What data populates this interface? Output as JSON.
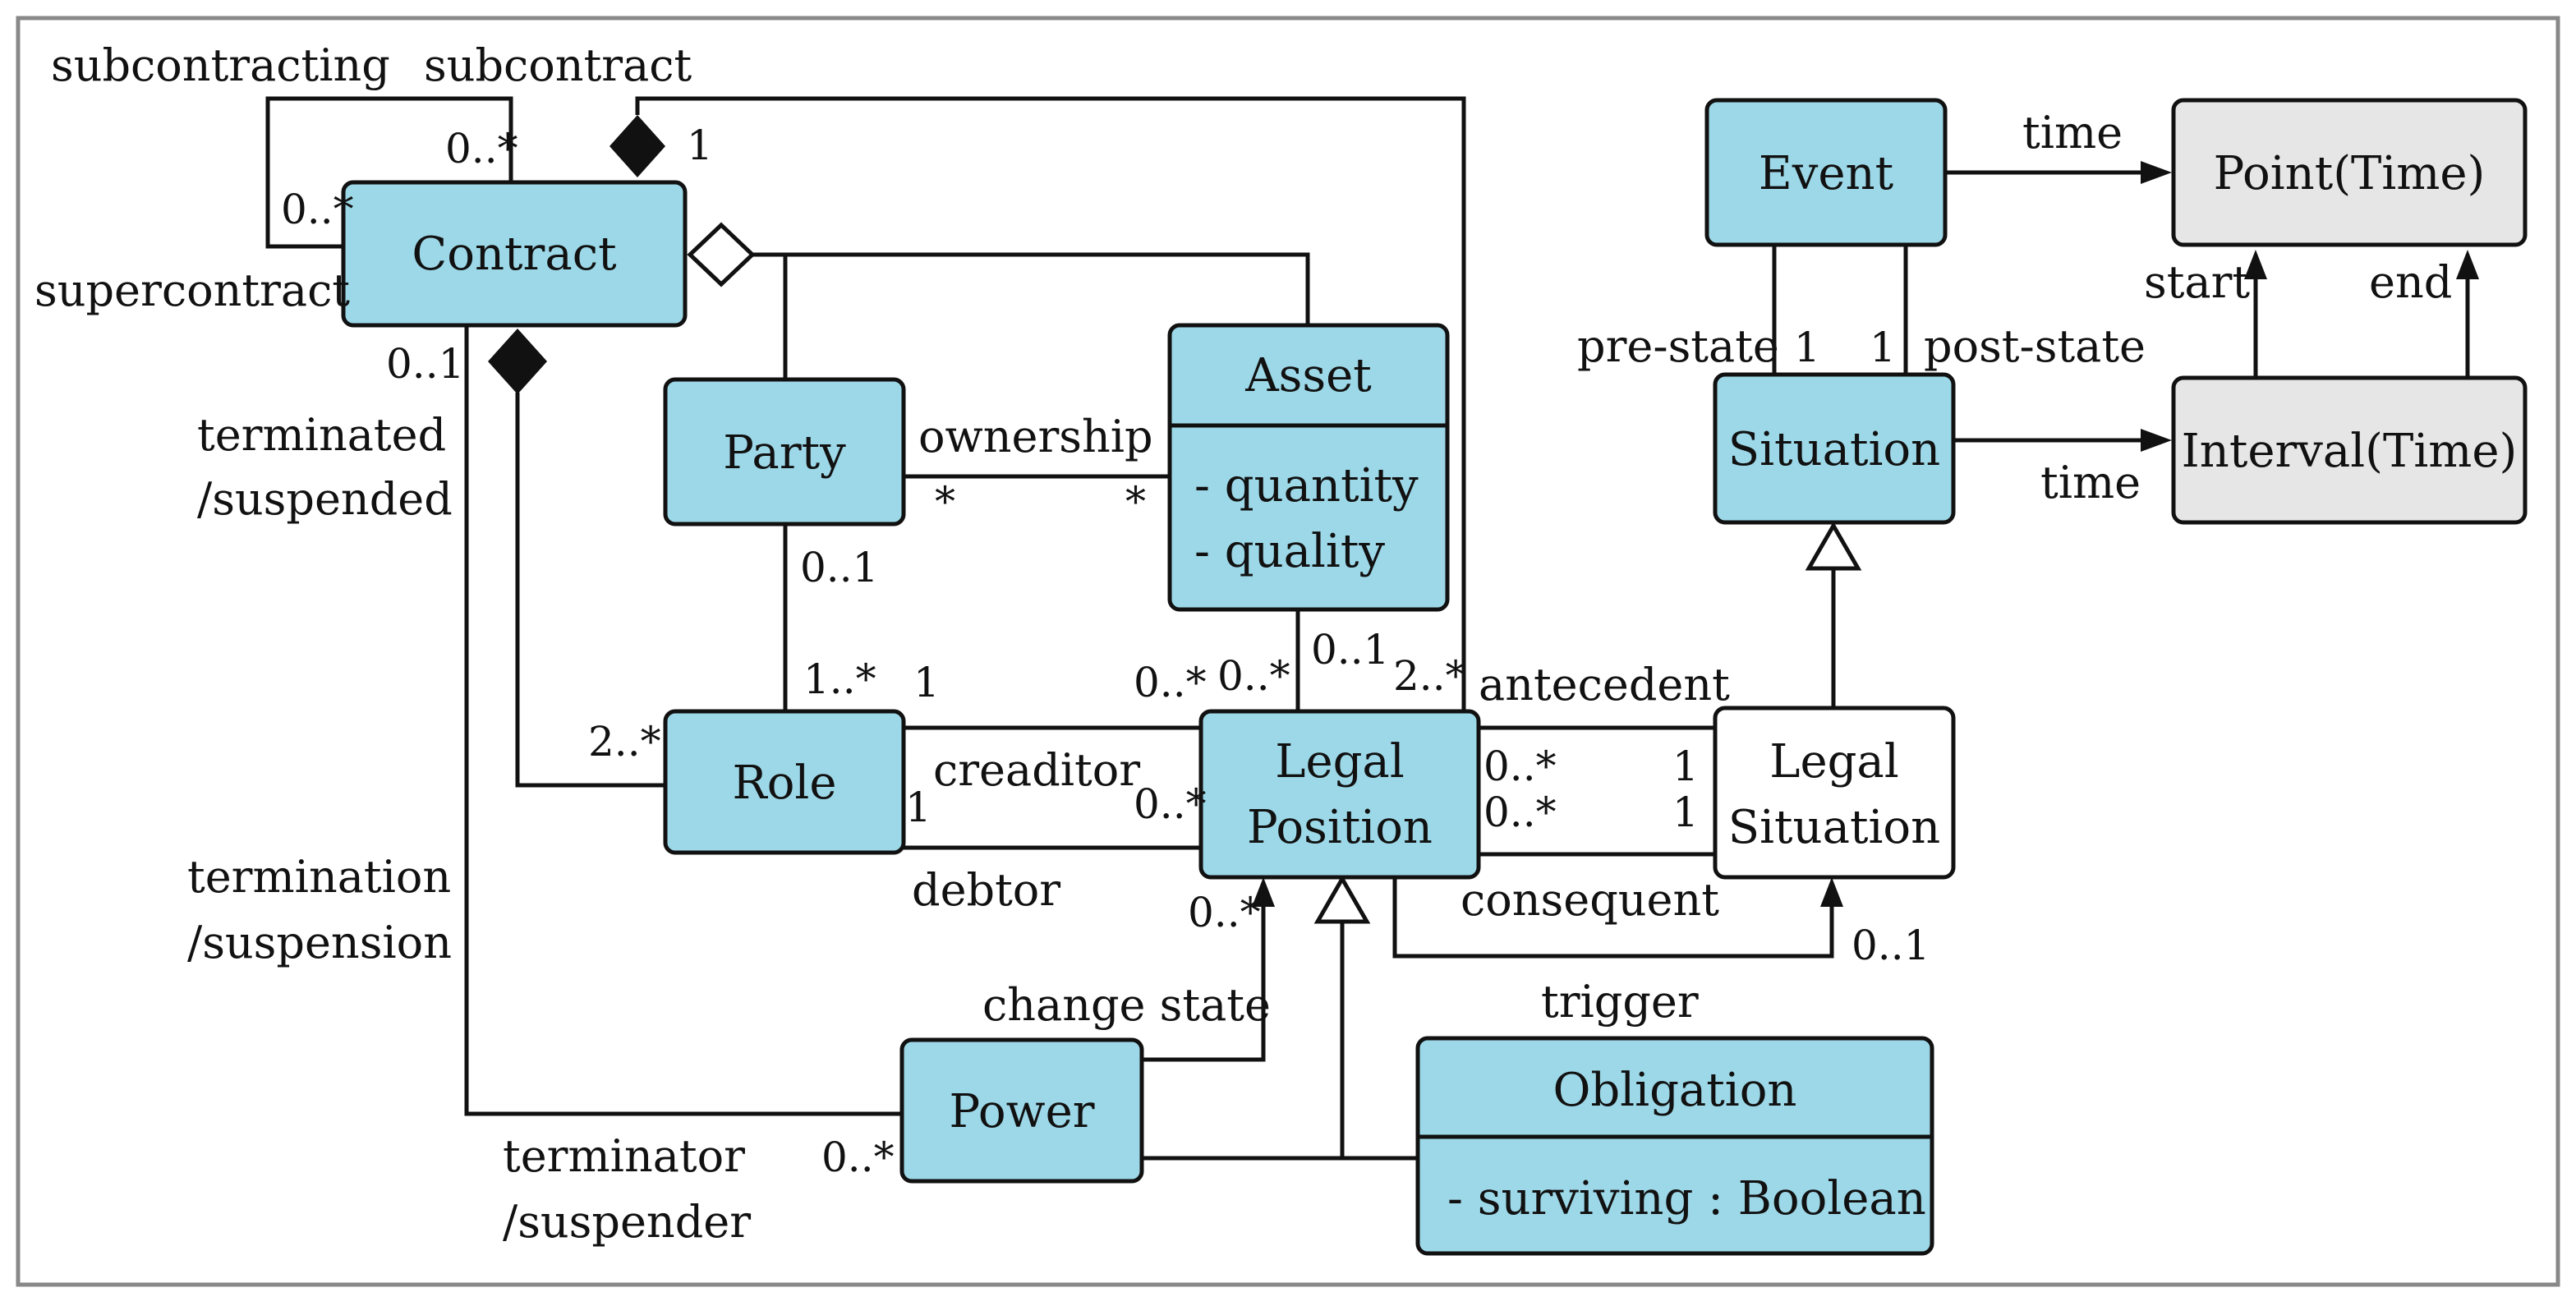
{
  "colors": {
    "domain_class": "#9dd8e8",
    "time_class": "#e6e6e6",
    "plain_class": "#ffffff",
    "line": "#111111",
    "frame": "#888888"
  },
  "classes": {
    "contract": {
      "name": "Contract"
    },
    "party": {
      "name": "Party"
    },
    "asset": {
      "name": "Asset",
      "attr1": "- quantity",
      "attr2": "- quality"
    },
    "role": {
      "name": "Role"
    },
    "legal_position": {
      "line1": "Legal",
      "line2": "Position"
    },
    "power": {
      "name": "Power"
    },
    "obligation": {
      "name": "Obligation",
      "attr1": "- surviving : Boolean"
    },
    "event": {
      "name": "Event"
    },
    "situation": {
      "name": "Situation"
    },
    "legal_situation": {
      "line1": "Legal",
      "line2": "Situation"
    },
    "point_time": {
      "name": "Point(Time)"
    },
    "interval_time": {
      "name": "Interval(Time)"
    }
  },
  "labels": {
    "subcontracting": "subcontracting",
    "subcontract": "subcontract",
    "supercontract": "supercontract",
    "terminated": "terminated",
    "suspended": "/suspended",
    "termination": "termination",
    "suspension": "/suspension",
    "terminator": "terminator",
    "suspender": "/suspender",
    "ownership": "ownership",
    "creaditor": "creaditor",
    "debtor": "debtor",
    "change_state": "change state",
    "trigger": "trigger",
    "antecedent": "antecedent",
    "consequent": "consequent",
    "event_time": "time",
    "situation_time": "time",
    "pre_state": "pre-state",
    "post_state": "post-state",
    "start": "start",
    "end": "end"
  },
  "multiplicities": {
    "subcontract_end": "0..*",
    "supercontract_end": "0..*",
    "contract_lp_one": "1",
    "terminated_zero_one": "0..1",
    "party_ownership": "*",
    "asset_ownership": "*",
    "party_role": "0..1",
    "role_party": "1..*",
    "contract_role": "2..*",
    "creditor_role": "1",
    "debtor_role": "1",
    "lp_creditor": "0..*",
    "lp_debtor": "0..*",
    "lp_asset": "0..*",
    "asset_lp": "0..1",
    "lp_contract": "2..*",
    "lp_antecedent": "0..*",
    "ls_antecedent": "1",
    "lp_consequent": "0..*",
    "ls_consequent": "1",
    "change_state": "0..*",
    "terminator": "0..*",
    "trigger": "0..1",
    "pre_state": "1",
    "post_state": "1"
  }
}
